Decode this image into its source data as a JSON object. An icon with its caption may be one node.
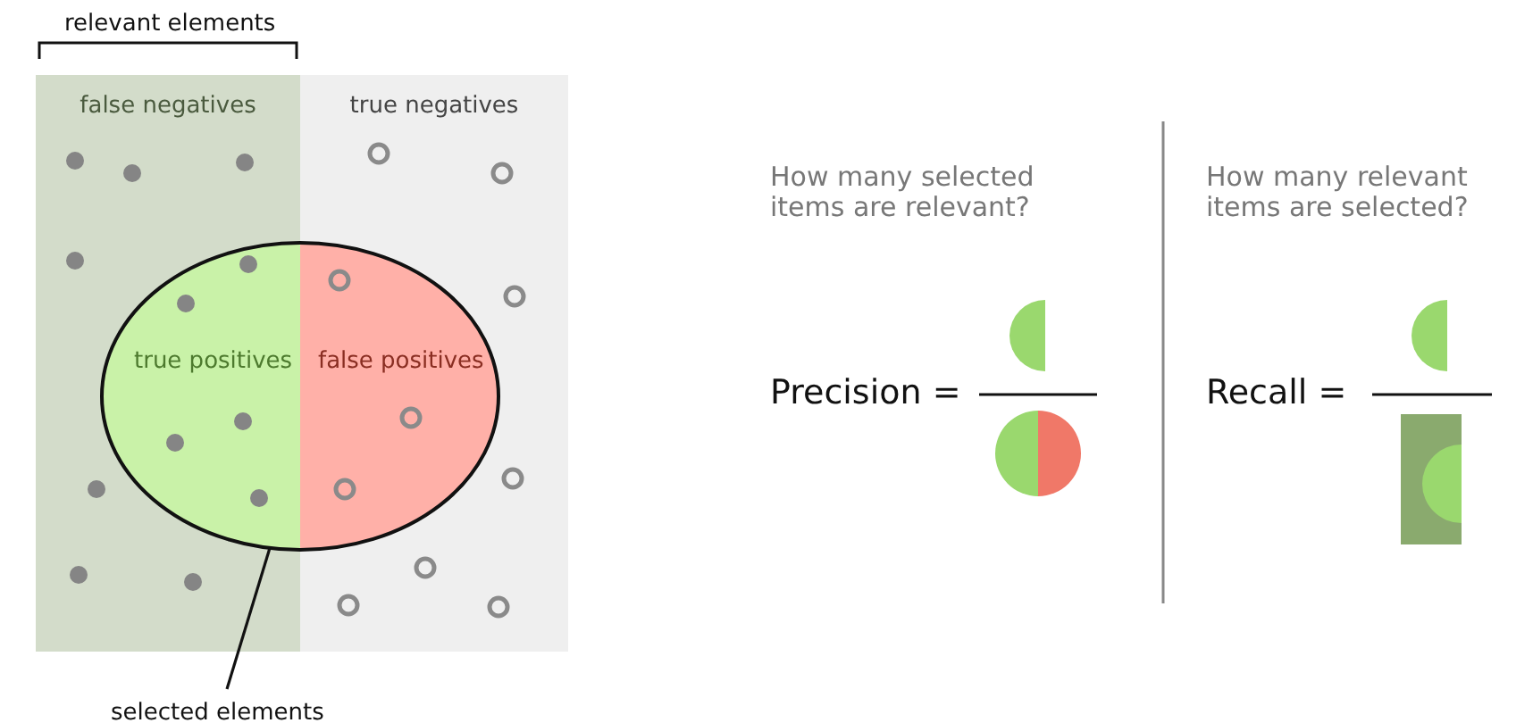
{
  "diagram": {
    "nodes": [
      {
        "text": [
          "false negatives"
        ]
      },
      {
        "text": [
          "true negatives"
        ]
      },
      {
        "text": [
          "true positives",
          "false positives"
        ]
      },
      {
        "text": [
          "selected elements"
        ]
      }
    ],
    "edges": [
      {
        "from": 3,
        "to": 2,
        "arrow": "none"
      }
    ],
    "labels": [
      "relevant elements",
      "How many selected items are relevant?",
      "How many relevant items are selected?",
      "Precision =",
      "Recall ="
    ]
  }
}
